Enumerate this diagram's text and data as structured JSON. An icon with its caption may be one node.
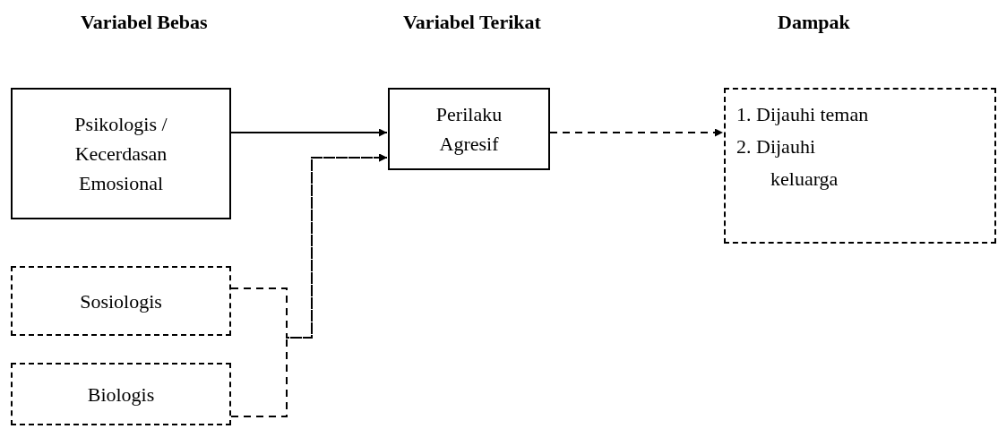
{
  "diagram": {
    "nodes": [
      {
        "text": [
          "Psikologis / Kecerdasan Emosional"
        ]
      },
      {
        "text": [
          "Perilaku Agresif"
        ]
      },
      {
        "text": [
          "1. Dijauhi teman",
          "2. Dijauhi keluarga"
        ]
      },
      {
        "text": [
          "Sosiologis"
        ]
      },
      {
        "text": [
          "Biologis"
        ]
      }
    ],
    "edges": [
      {
        "from": 0,
        "to": 1,
        "arrow": "to"
      },
      {
        "from": 3,
        "to": 1,
        "arrow": "to",
        "style": "dashed"
      },
      {
        "from": 4,
        "to": 1,
        "arrow": "to",
        "style": "dashed"
      },
      {
        "from": 1,
        "to": 2,
        "arrow": "to",
        "style": "dashed"
      }
    ],
    "labels": [
      "Variabel Bebas",
      "Variabel Terikat",
      "Dampak"
    ]
  }
}
